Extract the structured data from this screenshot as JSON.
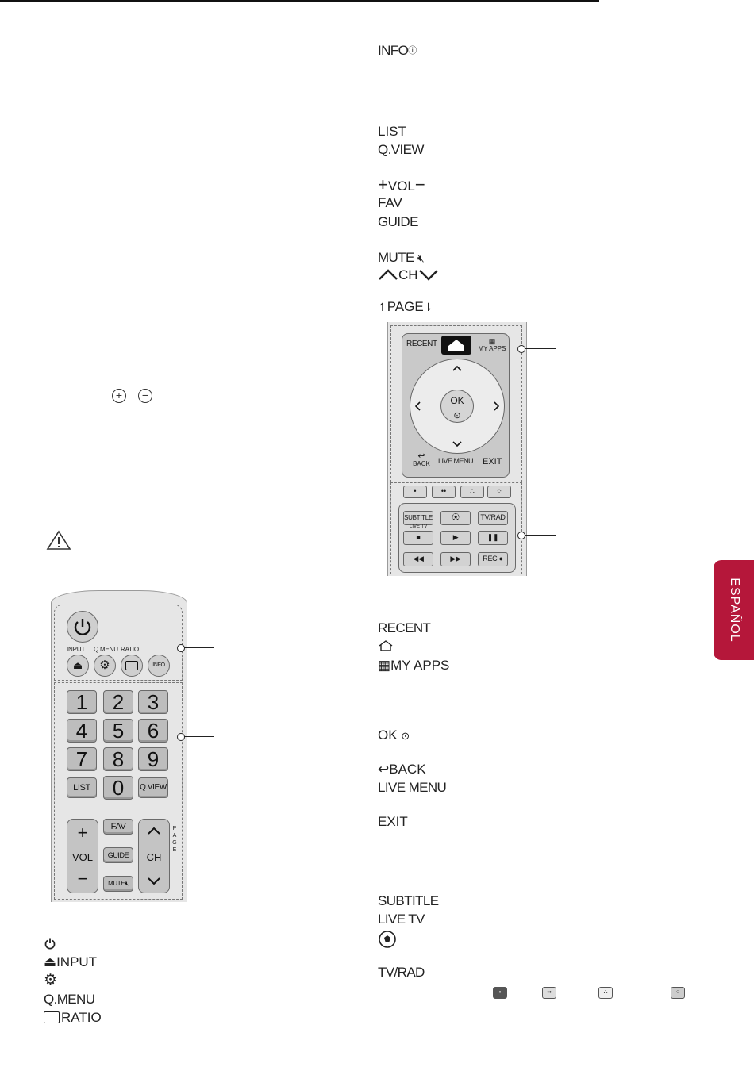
{
  "language_tab": "ESPAÑOL",
  "right_column": {
    "info": "INFO",
    "list": "LIST",
    "qview": "Q.VIEW",
    "vol": "VOL",
    "fav": "FAV",
    "guide": "GUIDE",
    "mute": "MUTE",
    "ch": "CH",
    "page": "PAGE",
    "recent": "RECENT",
    "my_apps": "MY APPS",
    "ok": "OK",
    "back": "BACK",
    "live_menu": "LIVE MENU",
    "exit": "EXIT",
    "subtitle": "SUBTITLE",
    "live_tv": "LIVE TV",
    "tv_rad": "TV/RAD"
  },
  "left_column": {
    "input": "INPUT",
    "qmenu": "Q.MENU",
    "ratio": "RATIO"
  },
  "remote1": {
    "input": "INPUT",
    "qmenu": "Q.MENU",
    "ratio": "RATIO",
    "info": "INFO",
    "digits": [
      "1",
      "2",
      "3",
      "4",
      "5",
      "6",
      "7",
      "8",
      "9"
    ],
    "list": "LIST",
    "zero": "0",
    "qview": "Q.VIEW",
    "vol": "VOL",
    "fav": "FAV",
    "guide": "GUIDE",
    "mute": "MUTE",
    "ch": "CH",
    "page": "PAGE"
  },
  "remote2": {
    "recent": "RECENT",
    "my_apps": "MY APPS",
    "ok": "OK",
    "back": "BACK",
    "live_menu": "LIVE MENU",
    "exit": "EXIT",
    "subtitle": "SUBTITLE",
    "live_tv": "LIVE TV",
    "tv_rad": "TV/RAD",
    "rec": "REC"
  },
  "colors": {
    "accent": "#b5173a"
  }
}
